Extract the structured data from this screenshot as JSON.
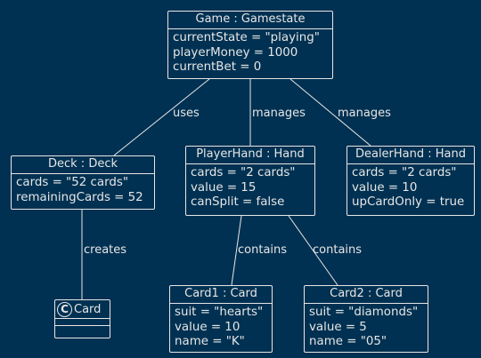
{
  "objects": {
    "game": {
      "title": "Game : Gamestate",
      "attributes": [
        "currentState = \"playing\"",
        "playerMoney = 1000",
        "currentBet = 0"
      ]
    },
    "deck": {
      "title": "Deck : Deck",
      "attributes": [
        "cards = \"52 cards\"",
        "remainingCards = 52"
      ]
    },
    "player_hand": {
      "title": "PlayerHand : Hand",
      "attributes": [
        "cards = \"2 cards\"",
        "value = 15",
        "canSplit = false"
      ]
    },
    "dealer_hand": {
      "title": "DealerHand : Hand",
      "attributes": [
        "cards = \"2 cards\"",
        "value = 10",
        "upCardOnly = true"
      ]
    },
    "card1": {
      "title": "Card1 : Card",
      "attributes": [
        "suit = \"hearts\"",
        "value = 10",
        "name = \"K\""
      ]
    },
    "card2": {
      "title": "Card2 : Card",
      "attributes": [
        "suit = \"diamonds\"",
        "value = 5",
        "name = \"05\""
      ]
    }
  },
  "class_card": {
    "stereotype_letter": "C",
    "name": "Card"
  },
  "relations": {
    "uses": "uses",
    "manages_player": "manages",
    "manages_dealer": "manages",
    "creates": "creates",
    "contains_card1": "contains",
    "contains_card2": "contains"
  }
}
